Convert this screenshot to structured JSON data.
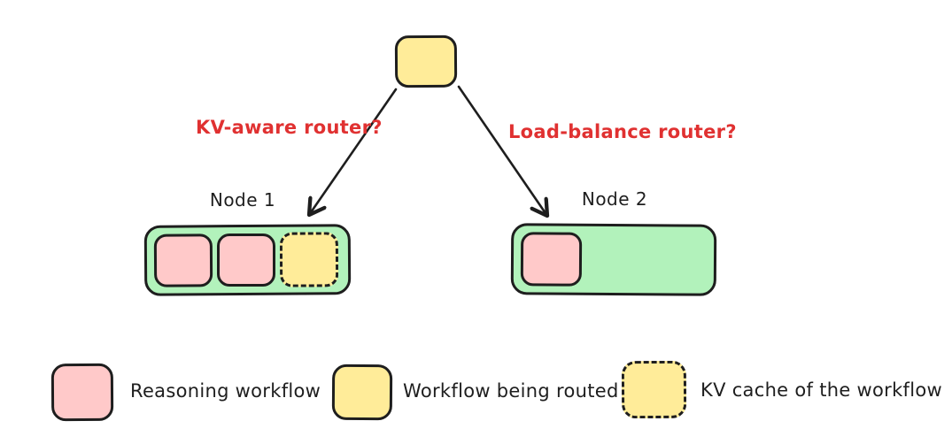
{
  "colors": {
    "pink": "#ffc9c9",
    "yellow": "#ffec99",
    "green": "#b2f2bb",
    "red": "#e03131",
    "stroke": "#1e1e1e"
  },
  "routers": {
    "kv_aware": "KV-aware router?",
    "load_balance": "Load-balance router?"
  },
  "nodes": [
    {
      "title": "Node 1",
      "slots": [
        "reasoning-workflow",
        "reasoning-workflow",
        "kv-cache-of-workflow"
      ]
    },
    {
      "title": "Node 2",
      "slots": [
        "reasoning-workflow"
      ]
    }
  ],
  "legend": [
    {
      "swatch": "pink-solid",
      "label": "Reasoning workflow"
    },
    {
      "swatch": "yellow-solid",
      "label": "Workflow being routed"
    },
    {
      "swatch": "yellow-dashed",
      "label": "KV cache of the workflow"
    }
  ]
}
